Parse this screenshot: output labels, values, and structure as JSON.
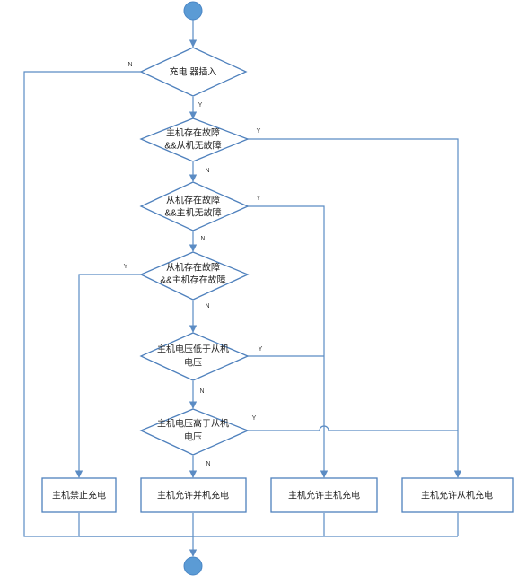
{
  "colors": {
    "line": "#5b8cc4",
    "node_border": "#4f81bd",
    "terminal_fill": "#5b9bd5"
  },
  "nodes": {
    "start": {
      "icon": "start-circle"
    },
    "charger": {
      "line1": "充电 器插入"
    },
    "d1": {
      "line1": "主机存在故障",
      "line2": "&&从机无故障"
    },
    "d2": {
      "line1": "从机存在故障",
      "line2": "&&主机无故障"
    },
    "d3": {
      "line1": "从机存在故障",
      "line2": "&&主机存在故障"
    },
    "d4": {
      "line1": "主机电压低于从机",
      "line2": "电压"
    },
    "d5": {
      "line1": "主机电压高于从机",
      "line2": "电压"
    },
    "box_forbid": {
      "label": "主机禁止充电"
    },
    "box_parallel": {
      "label": "主机允许并机充电"
    },
    "box_master": {
      "label": "主机允许主机充电"
    },
    "box_slave": {
      "label": "主机允许从机充电"
    },
    "end": {
      "icon": "end-circle"
    }
  },
  "edge_labels": {
    "charger_no": "N",
    "charger_yes": "Y",
    "d1_yes": "Y",
    "d1_no": "N",
    "d2_yes": "Y",
    "d2_no": "N",
    "d3_yes": "Y",
    "d3_no": "N",
    "d4_yes": "Y",
    "d4_no": "N",
    "d5_yes": "Y",
    "d5_no": "N"
  }
}
